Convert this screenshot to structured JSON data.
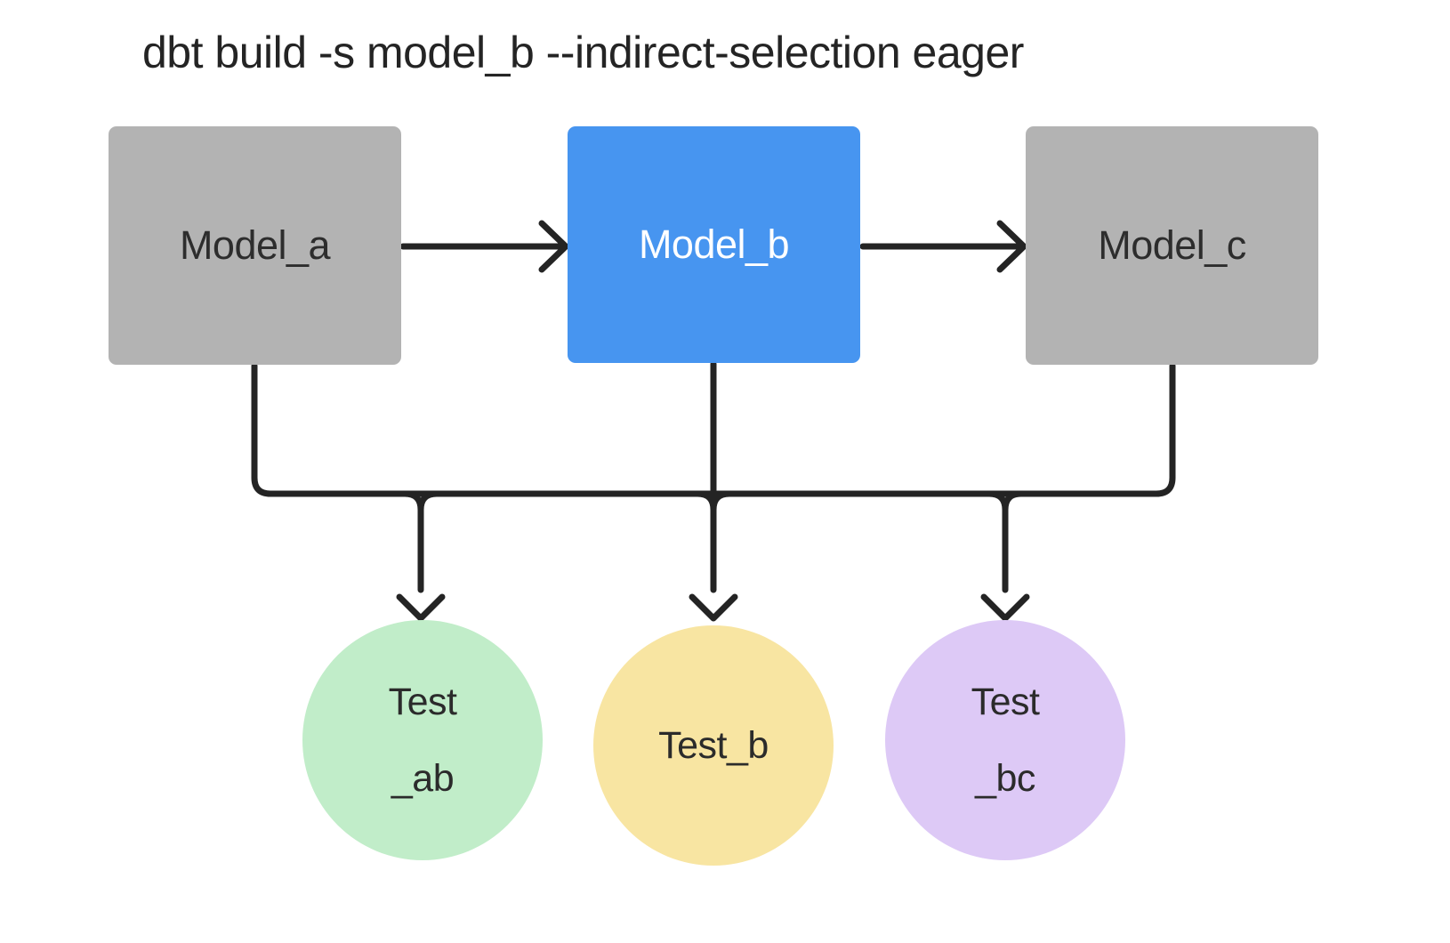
{
  "title": "dbt build -s model_b --indirect-selection eager",
  "colors": {
    "background": "#ffffff",
    "model_default_fill": "#b3b3b3",
    "model_selected_fill": "#4795f0",
    "test_ab_fill": "#c1edc9",
    "test_b_fill": "#f8e5a2",
    "test_bc_fill": "#ddc9f6",
    "connector": "#242424",
    "text_dark": "#242424",
    "text_on_selected": "#ffffff"
  },
  "nodes": {
    "model_a": {
      "label": "Model_a",
      "type": "model",
      "selected": false
    },
    "model_b": {
      "label": "Model_b",
      "type": "model",
      "selected": true
    },
    "model_c": {
      "label": "Model_c",
      "type": "model",
      "selected": false
    },
    "test_ab": {
      "label_line1": "Test",
      "label_line2": "_ab",
      "type": "test"
    },
    "test_b": {
      "label": "Test_b",
      "type": "test"
    },
    "test_bc": {
      "label_line1": "Test",
      "label_line2": "_bc",
      "type": "test"
    }
  },
  "edges": [
    {
      "from": "model_a",
      "to": "model_b"
    },
    {
      "from": "model_b",
      "to": "model_c"
    },
    {
      "from": "model_a",
      "to": "test_ab"
    },
    {
      "from": "model_b",
      "to": "test_ab"
    },
    {
      "from": "model_b",
      "to": "test_b"
    },
    {
      "from": "model_b",
      "to": "test_bc"
    },
    {
      "from": "model_c",
      "to": "test_bc"
    }
  ]
}
